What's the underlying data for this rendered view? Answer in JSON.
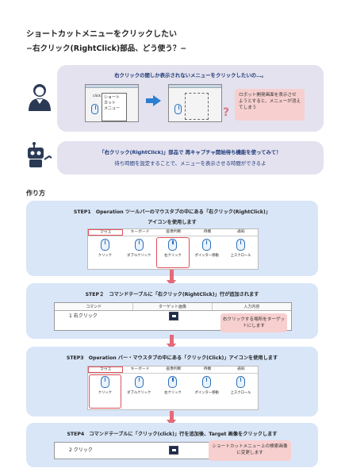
{
  "header": {
    "title": "ショートカットメニューをクリックしたい",
    "subtitle": "−右クリック(RightClick)部品、どう使う？−"
  },
  "problem": {
    "text": "右クリックの間しか表示されないメニューをクリックしたいの…。",
    "menu_items": [
      "ショート",
      "カット",
      "メニュー"
    ],
    "click_label": "click",
    "note": "ロボット開発画面を表示させようとすると、メニューが消えてしまう"
  },
  "answer": {
    "line1": "「右クリック(RightClick)」部品で 再キャプチャ開始待ち機能を使ってみて！",
    "line2": "待ち時間を設定することで、メニューを表示させる時間ができるよ"
  },
  "section_title": "作り方",
  "toolbar": {
    "tabs": [
      "マウス",
      "キーボード",
      "画像判断",
      "待機",
      "通知"
    ],
    "items": [
      "クリック",
      "ダブルクリック",
      "右クリック",
      "ポインター移動",
      "上スクロール"
    ]
  },
  "step1": {
    "line1": "STEP1　Operation ツールバーのマウスタブの中にある「右クリック(RightClick)」",
    "line2": "アイコンを使用します"
  },
  "step2": {
    "heading": "STEP２　コマンドテーブルに「右クリック(RightClick)」行が追加されます",
    "columns": [
      "コマンド",
      "ターゲット画像",
      "入力内容"
    ],
    "row_num": "1",
    "row_cmd": "右クリック",
    "note": "右クリックする場所をターゲットにします"
  },
  "step3": {
    "heading": "STEP3　Operation バー・マウスタブの中にある「クリック(Click)」アイコンを使用します"
  },
  "step4": {
    "heading": "STEP4　コマンドテーブルに「クリック(click)」行を追加後、Target 画像をクリックします",
    "row_num": "2",
    "row_cmd": "クリック",
    "note": "ショートカットメニュー上の検索画像に変更します"
  }
}
